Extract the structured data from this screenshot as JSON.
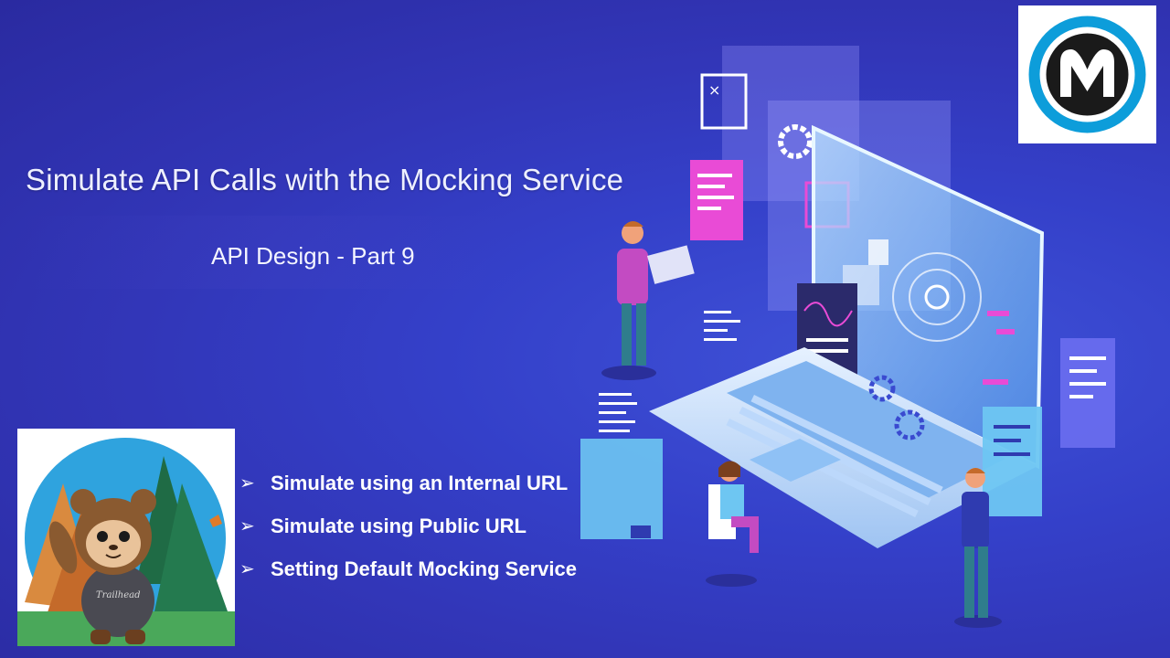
{
  "slide": {
    "title": "Simulate API Calls with the Mocking Service",
    "subtitle": "API Design - Part 9",
    "bullets": [
      "Simulate using an Internal URL",
      "Simulate using Public URL",
      "Setting Default Mocking Service"
    ],
    "bullet_marker": "➢"
  },
  "logo": {
    "icon": "mulesoft-logo-icon",
    "ring_color": "#0d9dda",
    "inner_color": "#1a1a1a"
  },
  "avatar": {
    "icon": "trailhead-mascot-icon",
    "hoodie_lettering": "Trailhead"
  },
  "illustration": {
    "icon": "laptop-api-illustration-icon",
    "accent_colors": [
      "#69c8f0",
      "#e94bd6",
      "#8f8cf5"
    ]
  }
}
